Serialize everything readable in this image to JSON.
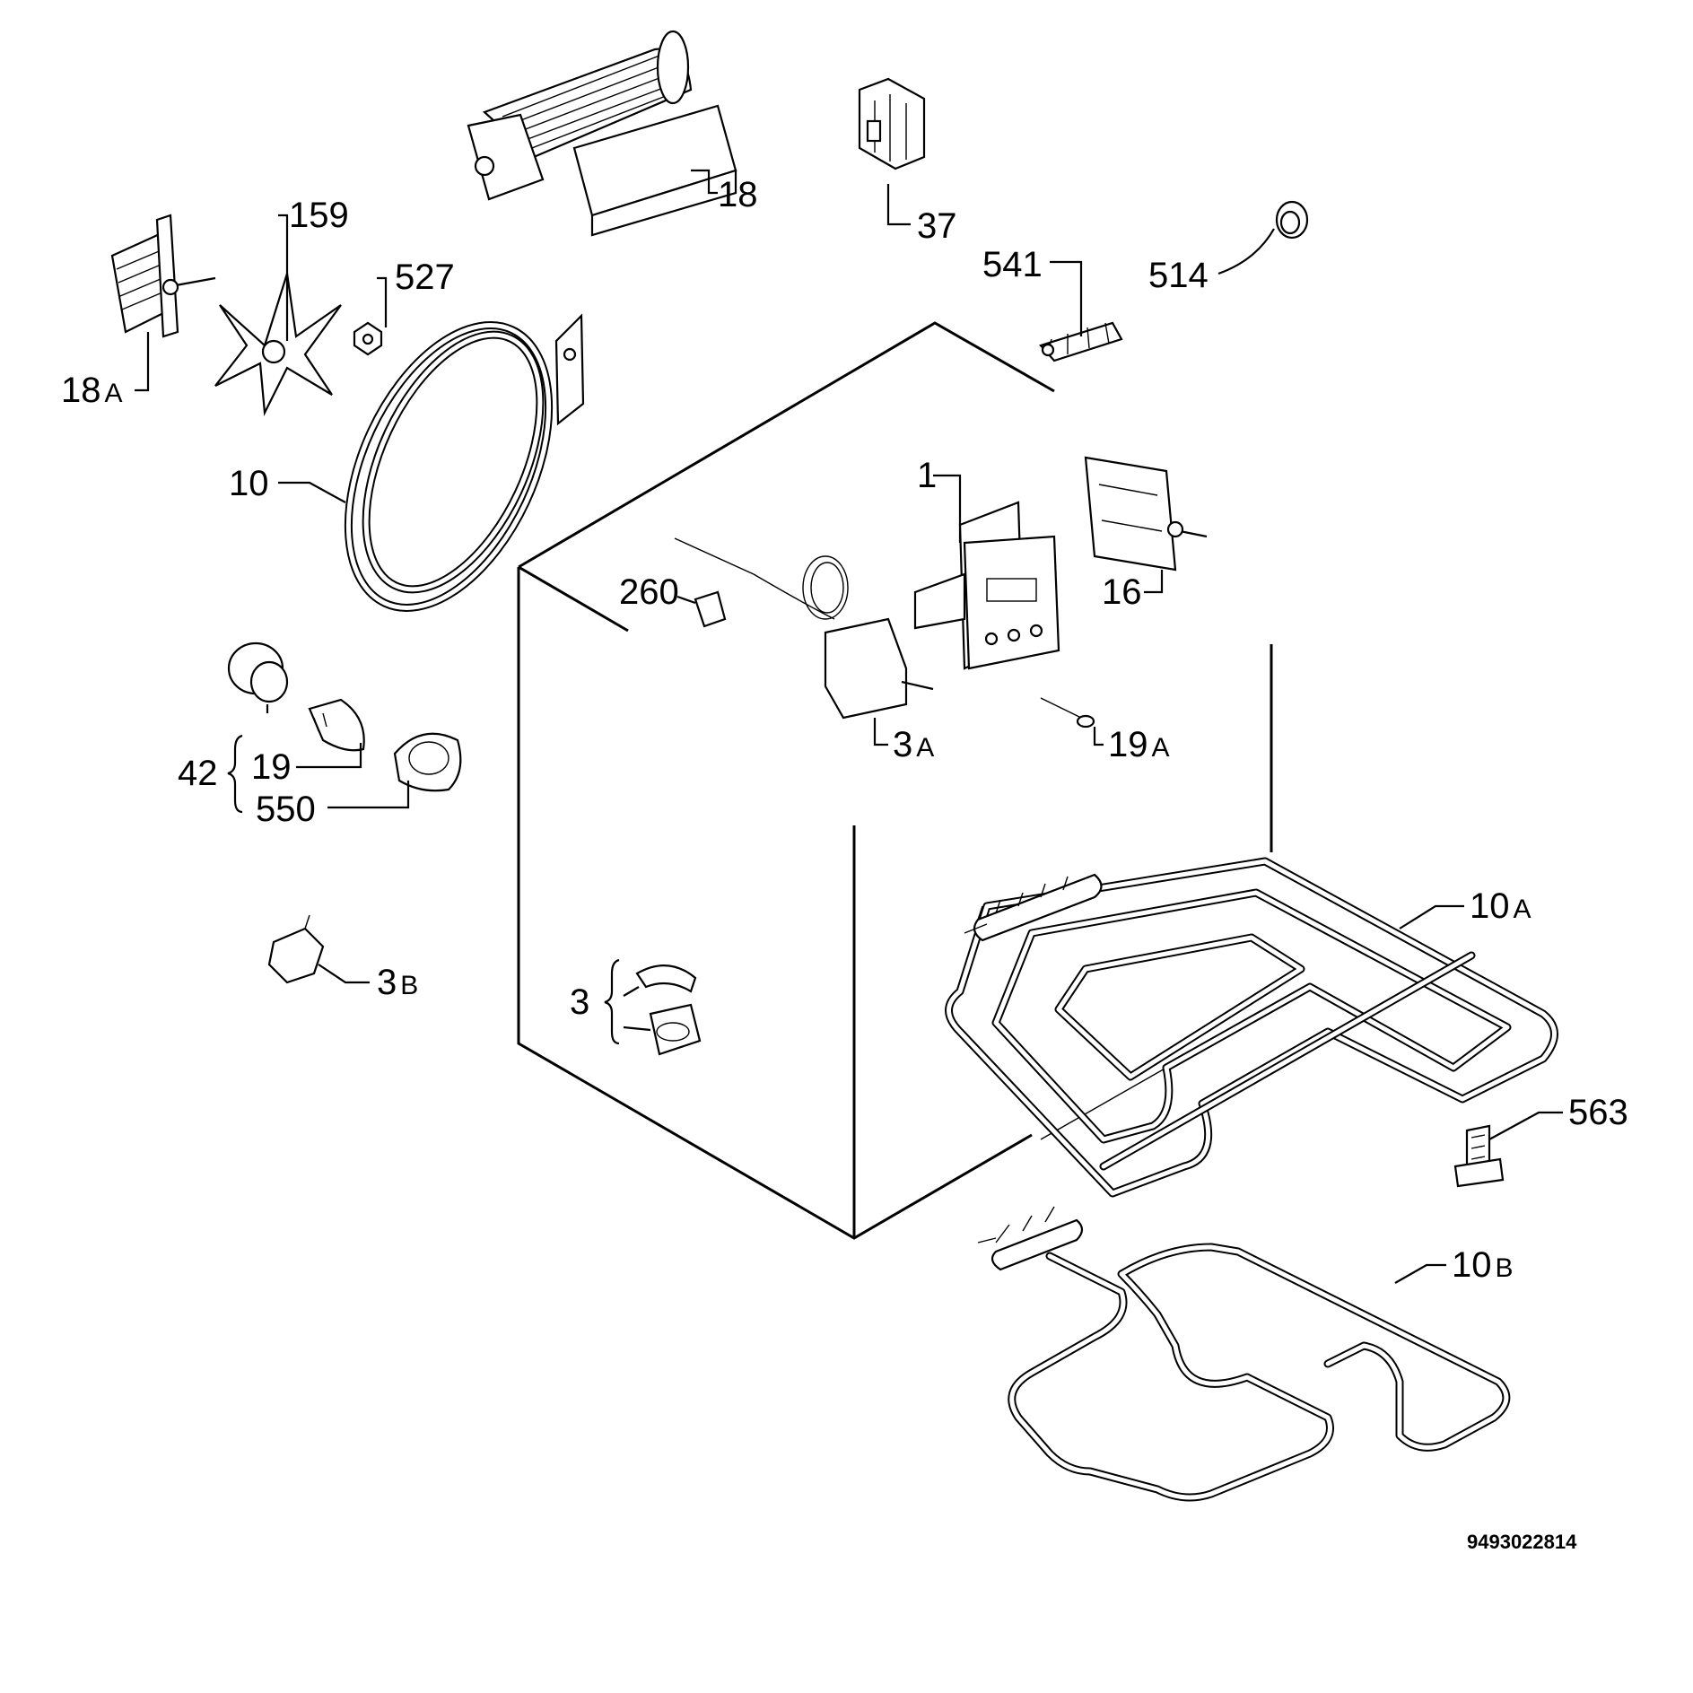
{
  "labels": {
    "p18": "18",
    "p37": "37",
    "p159": "159",
    "p527": "527",
    "p541": "541",
    "p514": "514",
    "p18a_num": "18",
    "p18a_sub": "A",
    "p10": "10",
    "p1": "1",
    "p16": "16",
    "p260": "260",
    "p3a_num": "3",
    "p3a_sub": "A",
    "p19a_num": "19",
    "p19a_sub": "A",
    "p42": "42",
    "p19": "19",
    "p550": "550",
    "p10a_num": "10",
    "p10a_sub": "A",
    "p3b_num": "3",
    "p3b_sub": "B",
    "p3": "3",
    "p563": "563",
    "p10b_num": "10",
    "p10b_sub": "B"
  },
  "drawing_code": "9493022814"
}
